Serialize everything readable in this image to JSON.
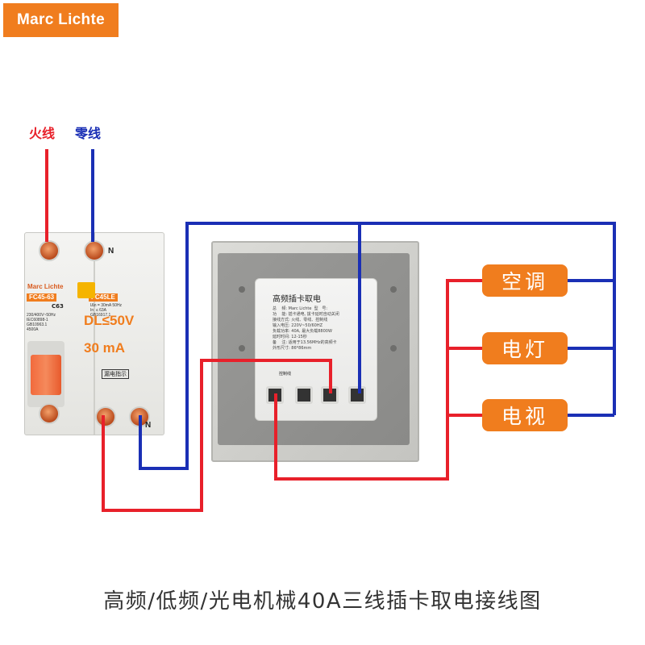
{
  "brand": "Marc Lichte",
  "wire_labels": {
    "live": "火线",
    "neutral": "零线"
  },
  "breaker": {
    "brand": "Marc Lichte",
    "model_left": "FC45-63",
    "model_right": "FC45LE",
    "rating_code": "C63",
    "spec_left": "230/400V~50Hz\nIEC60898-1\nGB10963.1\n4500A",
    "spec_right": "IΔn = 30mA 50Hz\nIn  ≤ 63A\nGB16917.1",
    "big_rating_1": "DL≤50V",
    "big_rating_2": "30 mA",
    "indicator_label": "漏电指示",
    "neutral_mark": "N"
  },
  "switch_module": {
    "title": "高频插卡取电",
    "spec_text": "总    频: Marc Lichte  型   号: \n功    能: 插卡通电, 拔卡延时自动关闭\n接线方式: 火线、零线、控制线\n输入电压: 220V~50/60HZ\n负载功率: 40A, 最大负载8800W\n延时时间: 12-15秒\n备    注: 适用于13.56MHz的高频卡\n外形尺寸: 86*86mm",
    "control_label": "控制线"
  },
  "loads": [
    "空调",
    "电灯",
    "电视"
  ],
  "caption": "高频/低频/光电机械40A三线插卡取电接线图",
  "colors": {
    "live": "#e8202a",
    "neutral": "#1a2fb5",
    "accent": "#f07d1e"
  }
}
